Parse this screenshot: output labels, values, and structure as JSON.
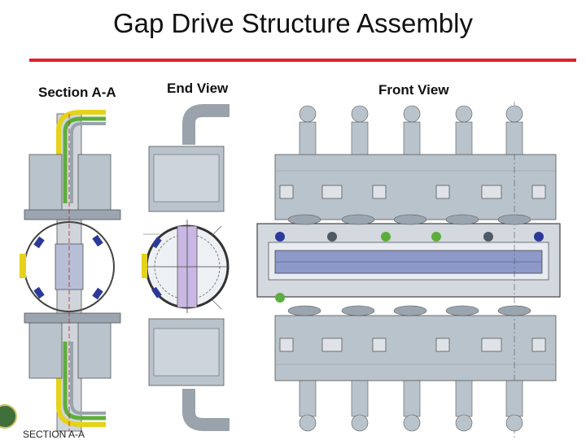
{
  "title": "Gap Drive Structure Assembly",
  "views": {
    "section": "Section A-A",
    "end": "End View",
    "front": "Front View"
  },
  "caption": "SECTION A-A",
  "colors": {
    "accent_rule": "#e0202a",
    "steel": "#b9c3cc",
    "steel_dark": "#7e8a96",
    "pipe": "#9aa3ab",
    "beam": "#8d99c8",
    "cable_yellow": "#e5d21a",
    "cable_green": "#5cae3c",
    "clamp_blue": "#2b3a9a"
  }
}
